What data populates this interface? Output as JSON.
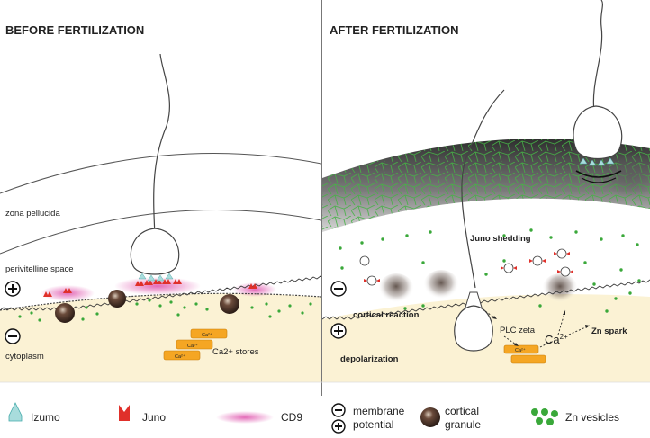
{
  "panels": {
    "before": {
      "title": "BEFORE FERTILIZATION",
      "labels": {
        "zona_pellucida": "zona pellucida",
        "perivitelline_space": "perivitelline space",
        "cytoplasm": "cytoplasm",
        "ca_stores": "Ca2+ stores",
        "ca_small": "Ca²⁺"
      }
    },
    "after": {
      "title": "AFTER FERTILIZATION",
      "labels": {
        "juno_shedding": "Juno shedding",
        "cortical_reaction": "cortical reaction",
        "plc_zeta": "PLC zeta",
        "ca": "Ca",
        "ca_sup": "2+",
        "zn_spark": "Zn spark",
        "depolarization": "depolarization",
        "ca_small": "Ca²⁺"
      }
    }
  },
  "signs": {
    "plus": "+",
    "minus": "−"
  },
  "legend": {
    "izumo": "Izumo",
    "juno": "Juno",
    "cd9": "CD9",
    "membrane_potential_line1": "membrane",
    "membrane_potential_line2": "potential",
    "cortical_granule_line1": "cortical",
    "cortical_granule_line2": "granule",
    "zn_vesicles": "Zn vesicles"
  },
  "colors": {
    "cytoplasm": "#fbf2d4",
    "juno": "#e0302a",
    "izumo": "#a8dcdc",
    "cd9": "#e05ab0",
    "zn": "#3aa83a",
    "ca_store": "#f5a623",
    "granule": "#3a2a22",
    "zona_dark": "#555555"
  }
}
